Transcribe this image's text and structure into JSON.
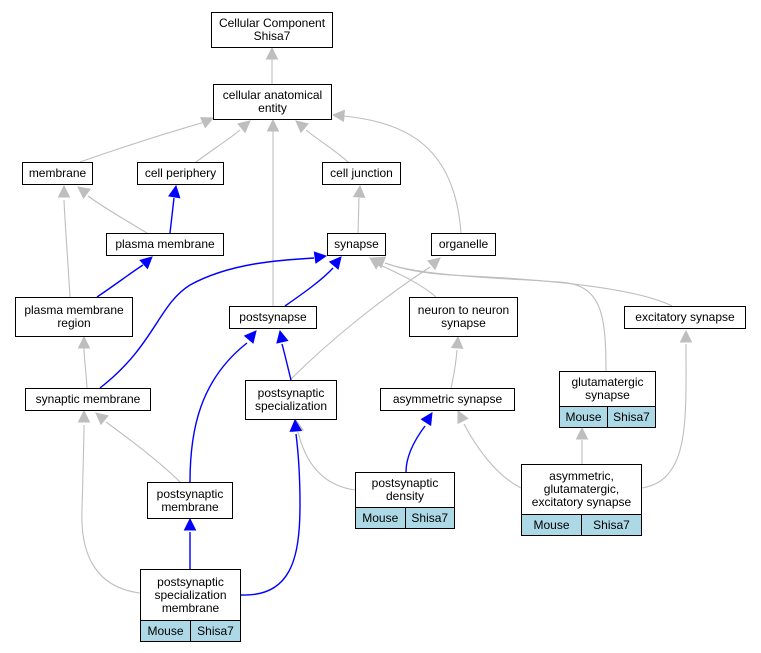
{
  "graph": {
    "colors": {
      "gray_edge": "#bebebe",
      "blue_edge": "#0000ff",
      "tag_bg": "#add8e6"
    },
    "nodes": {
      "root": {
        "label": "Cellular Component\nShisa7"
      },
      "cae": {
        "label": "cellular anatomical\nentity"
      },
      "membrane": {
        "label": "membrane"
      },
      "cellperiph": {
        "label": "cell periphery"
      },
      "celljunction": {
        "label": "cell junction"
      },
      "plasmamem": {
        "label": "plasma membrane"
      },
      "synapse": {
        "label": "synapse"
      },
      "organelle": {
        "label": "organelle"
      },
      "pmregion": {
        "label": "plasma membrane\nregion"
      },
      "postsynapse": {
        "label": "postsynapse"
      },
      "n2n": {
        "label": "neuron to neuron\nsynapse"
      },
      "excit": {
        "label": "excitatory synapse"
      },
      "synmem": {
        "label": "synaptic membrane"
      },
      "postspec": {
        "label": "postsynaptic\nspecialization"
      },
      "asym": {
        "label": "asymmetric synapse"
      },
      "glut": {
        "label": "glutamatergic\nsynapse",
        "tags": [
          "Mouse",
          "Shisa7"
        ]
      },
      "postmem": {
        "label": "postsynaptic\nmembrane"
      },
      "psd": {
        "label": "postsynaptic\ndensity",
        "tags": [
          "Mouse",
          "Shisa7"
        ]
      },
      "ages": {
        "label": "asymmetric,\nglutamatergic,\nexcitatory synapse",
        "tags": [
          "Mouse",
          "Shisa7"
        ]
      },
      "psm": {
        "label": "postsynaptic\nspecialization\nmembrane",
        "tags": [
          "Mouse",
          "Shisa7"
        ]
      }
    }
  }
}
